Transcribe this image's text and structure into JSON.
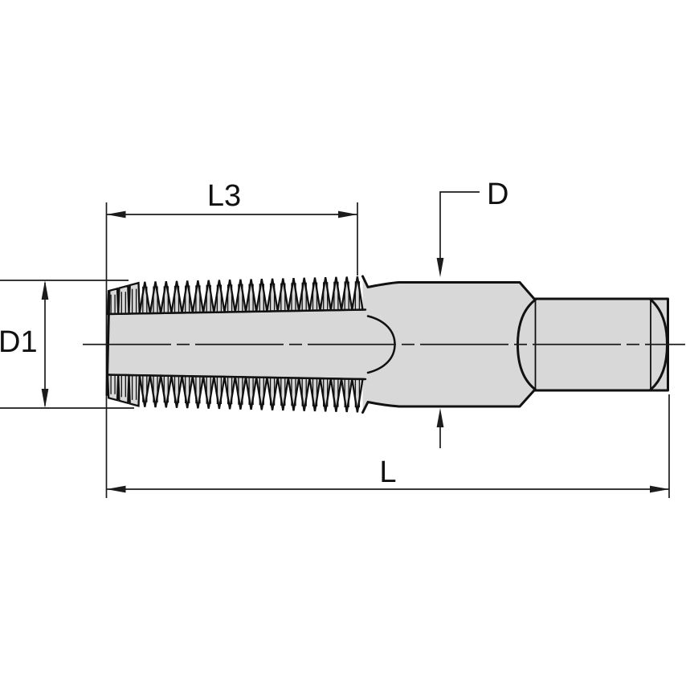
{
  "drawing": {
    "kind": "technical-dimension-drawing",
    "subject": "tap-tool-side-view",
    "dimensions": {
      "l3_label": "L3",
      "d_label": "D",
      "d1_label": "D1",
      "l_label": "L"
    }
  },
  "colors": {
    "background": "#ffffff",
    "body_fill": "#d8d8d8",
    "outline": "#111111",
    "dimension_line": "#1c1c1c",
    "text": "#111111"
  }
}
